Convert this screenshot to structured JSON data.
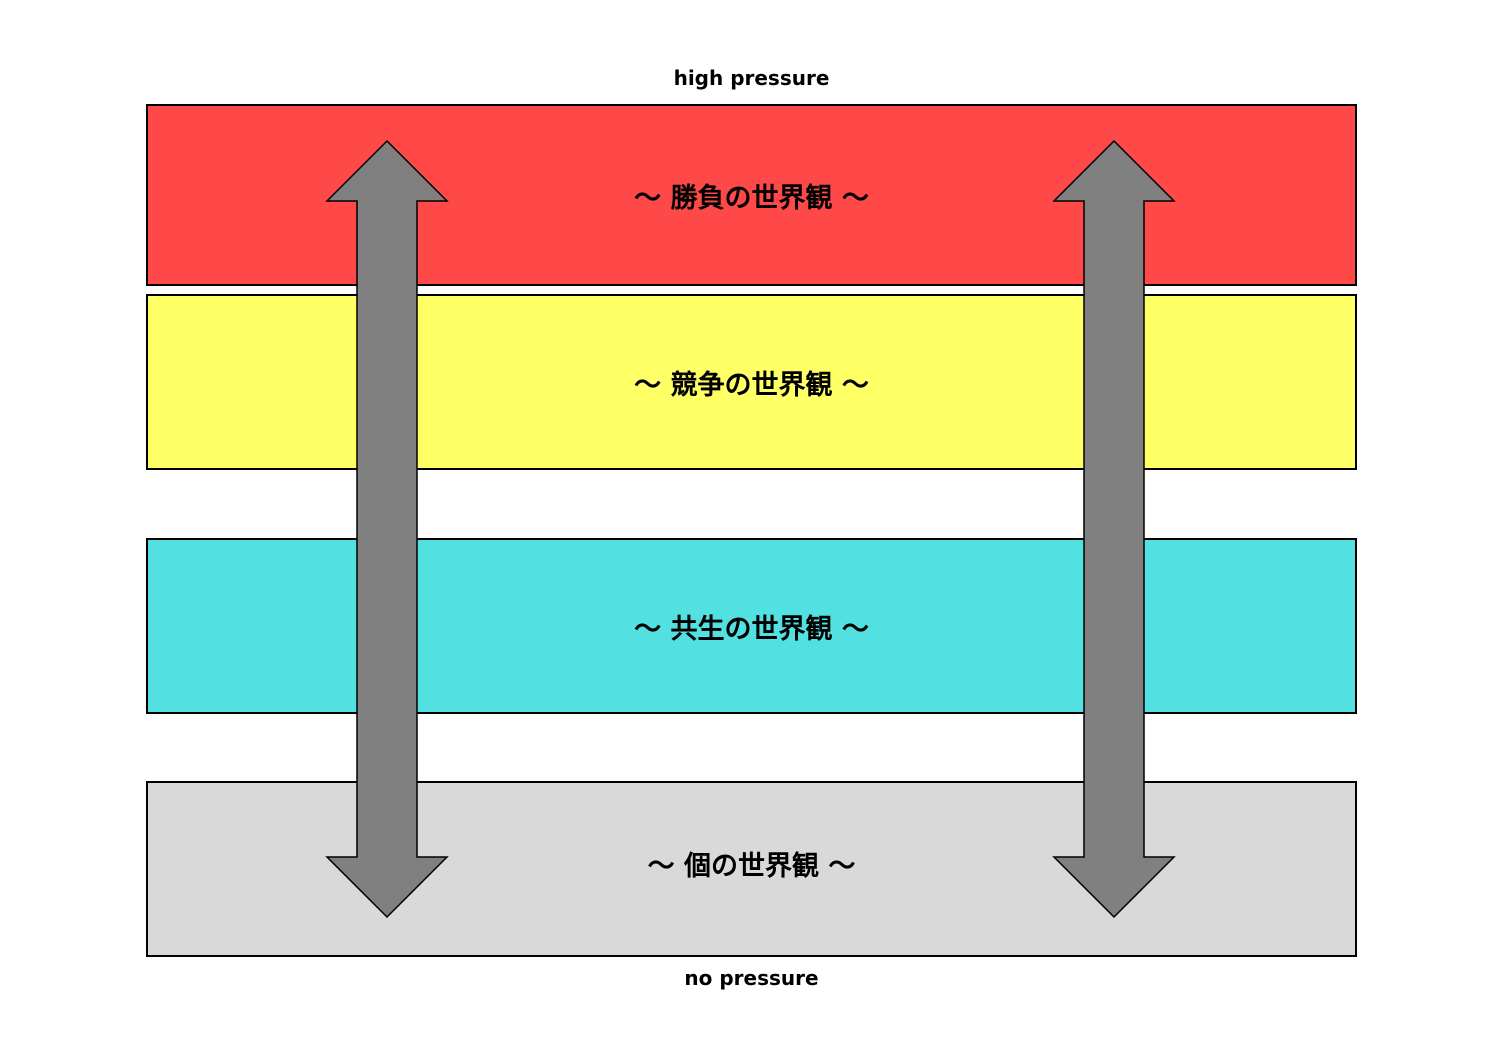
{
  "labels": {
    "top": "high pressure",
    "bottom": "no pressure"
  },
  "bands": [
    {
      "text": "～ 勝負の世界観 ～",
      "color": "#ff4848"
    },
    {
      "text": "～ 競争の世界観 ～",
      "color": "#ffff66"
    },
    {
      "text": "～ 共生の世界観 ～",
      "color": "#52e0e0"
    },
    {
      "text": "～ 個の世界観 ～",
      "color": "#d9d9d9"
    }
  ],
  "arrow_color": "#808080",
  "arrow_icons": [
    "double-headed-vertical-arrow-icon",
    "double-headed-vertical-arrow-icon"
  ]
}
